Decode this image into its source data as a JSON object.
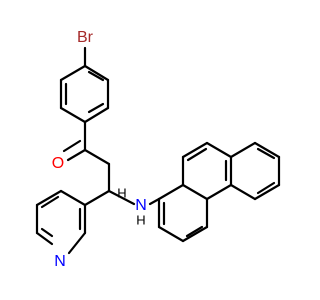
{
  "structure": {
    "atoms": {
      "bromine": "Br",
      "oxygen": "O",
      "nitrogen_amine": "N",
      "hydrogen_amine": "H",
      "hydrogen_methine": "H",
      "nitrogen_pyridine": "N"
    },
    "colors": {
      "bond": "#000000",
      "bromine": "#a52a2a",
      "oxygen": "#ff0000",
      "nitrogen": "#0000ff",
      "hydrogen": "#000000"
    }
  }
}
